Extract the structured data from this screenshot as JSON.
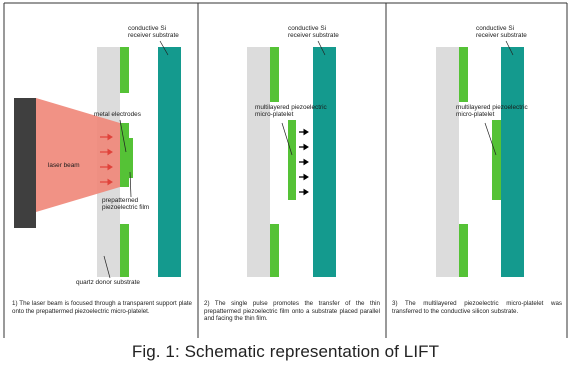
{
  "colors": {
    "quartz": "#dcdcdc",
    "electrode": "#55c236",
    "substrate": "#149a8e",
    "laser_block": "#3f3f3f",
    "laser_beam": "#f08678",
    "arrow_red": "#e0423a",
    "frame": "#333333"
  },
  "panel1": {
    "receiver_label": "conductive Si\nreceiver substrate",
    "electrodes_label": "metal electrodes",
    "laser_label": "laser beam",
    "film_label": "prepatterned\npiezoelectric film",
    "quartz_label": "quartz donor substrate",
    "caption": "1) The laser beam is focused through a transparent support plate onto the prepattermed piezoelectric micro-platelet."
  },
  "panel2": {
    "receiver_label": "conductive Si\nreceiver substrate",
    "platelet_label": "multilayered piezoelectric\nmicro-platelet",
    "caption": "2) The single pulse promotes the transfer of the thin prepattermed piezoelectric film onto a substrate placed parallel and facing the thin film."
  },
  "panel3": {
    "receiver_label": "conductive Si\nreceiver substrate",
    "platelet_label": "multilayered piezoelectric\nmicro-platelet",
    "caption": "3) The multilayered piezoelectric micro-platelet was transferred to the conductive silicon substrate."
  },
  "figure_title": "Fig. 1: Schematic representation of LIFT"
}
